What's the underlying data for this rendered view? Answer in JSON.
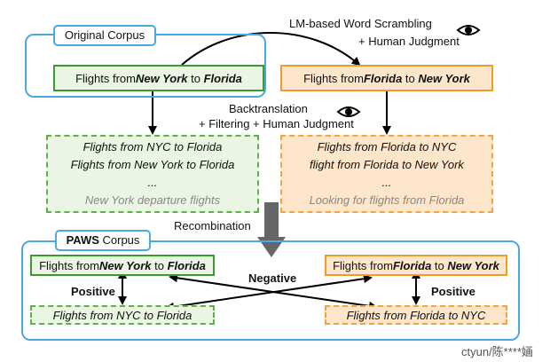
{
  "labels": {
    "original_corpus": "Original Corpus",
    "paws_bold": "PAWS",
    "paws_rest": " Corpus",
    "lm_line1": "LM-based Word Scrambling",
    "lm_line2": "+ Human Judgment",
    "bt_line1": "Backtranslation",
    "bt_line2": "+ Filtering + Human Judgment",
    "recombination": "Recombination",
    "negative": "Negative",
    "positive": "Positive"
  },
  "original": {
    "pre": "Flights from ",
    "a": "New York",
    "mid": " to ",
    "b": "Florida"
  },
  "scrambled": {
    "pre": "Flights from ",
    "a": "Florida",
    "mid": " to ",
    "b": "New York"
  },
  "bt_green": [
    "Flights from NYC to Florida",
    "Flights from New York to Florida",
    "...",
    "New York departure flights"
  ],
  "bt_orange": [
    "Flights from Florida to NYC",
    "flight from Florida to New York",
    "...",
    "Looking for flights from Florida"
  ],
  "paws": {
    "green_top": {
      "pre": "Flights from ",
      "a": "New York",
      "mid": " to ",
      "b": "Florida"
    },
    "orange_top": {
      "pre": "Flights from ",
      "a": "Florida",
      "mid": " to ",
      "b": "New York"
    },
    "green_bottom": "Flights from NYC to Florida",
    "orange_bottom": "Flights from Florida to NYC"
  },
  "watermark": "ctyun/陈****婳",
  "icons": [
    "eye-icon",
    "eye-icon"
  ],
  "colors": {
    "blue": "#4aa8e6",
    "green": "#3a9b2e",
    "orange": "#f29b2c",
    "arrow_gray": "#666666"
  }
}
